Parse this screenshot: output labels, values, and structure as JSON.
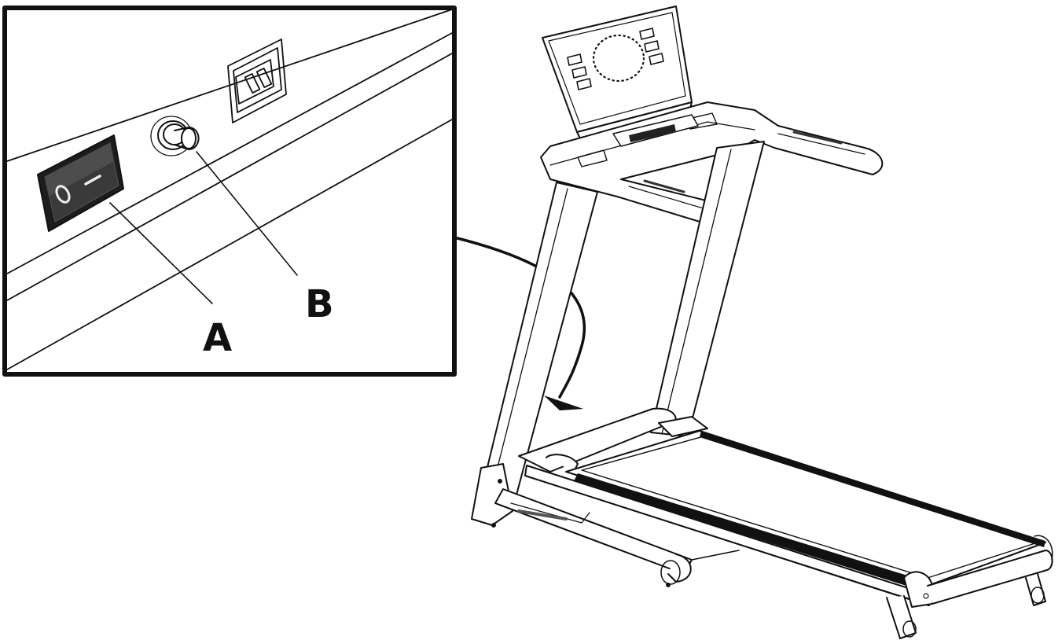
{
  "callouts": {
    "power_switch_label": "A",
    "reset_button_label": "B"
  },
  "switch_glyphs": {
    "off": "O",
    "on": "I"
  },
  "icons": {
    "power_switch": "rocker-switch-icon",
    "circuit_breaker": "reset-button-icon",
    "power_inlet": "iec-power-socket-icon"
  },
  "colors": {
    "line": "#111111",
    "switch_body": "#2b2b2b",
    "background": "#ffffff"
  }
}
